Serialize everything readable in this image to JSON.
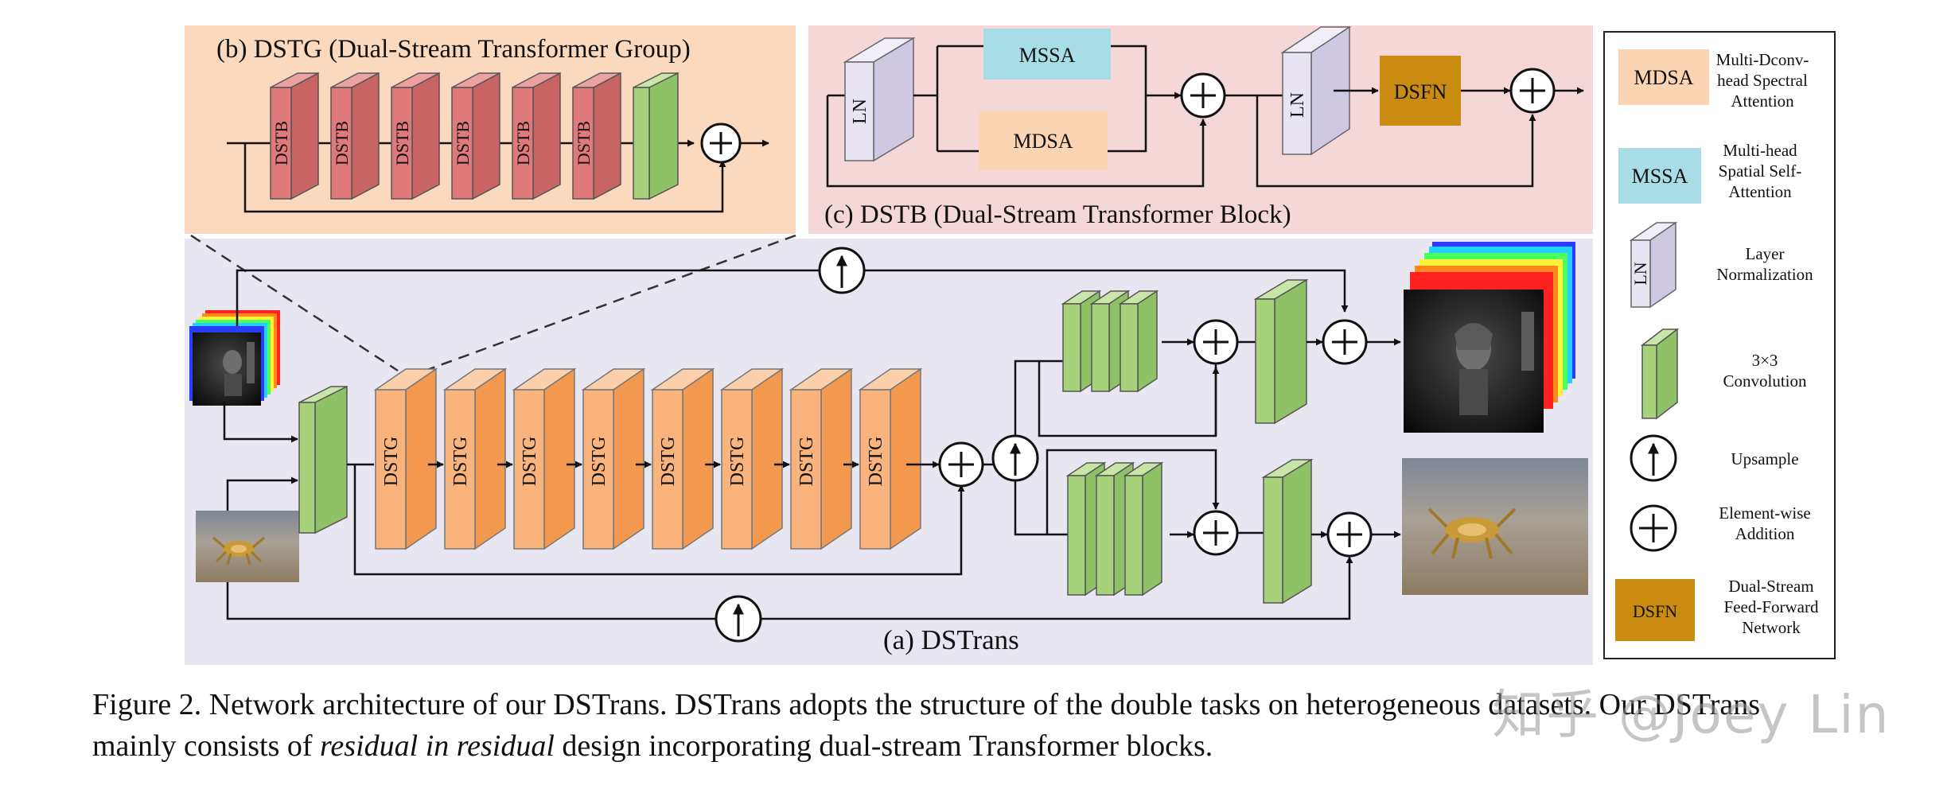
{
  "panels": {
    "a_title": "(a) DSTrans",
    "b_title": "(b) DSTG (Dual-Stream Transformer Group)",
    "c_title": "(c) DSTB (Dual-Stream Transformer Block)"
  },
  "blocks": {
    "dstb": "DSTB",
    "dstg": "DSTG",
    "ln": "LN",
    "mssa": "MSSA",
    "mdsa": "MDSA",
    "dsfn": "DSFN"
  },
  "legend": {
    "mdsa_tag": "MDSA",
    "mdsa_desc": [
      "Multi-Dconv-",
      "head Spectral",
      "Attention"
    ],
    "mssa_tag": "MSSA",
    "mssa_desc": [
      "Multi-head",
      "Spatial Self-",
      "Attention"
    ],
    "ln_tag": "LN",
    "ln_desc": [
      "Layer",
      "Normalization"
    ],
    "conv_desc": [
      "3×3",
      "Convolution"
    ],
    "up_desc": [
      "Upsample"
    ],
    "add_desc": [
      "Element-wise",
      "Addition"
    ],
    "dsfn_tag": "DSFN",
    "dsfn_desc": [
      "Dual-Stream",
      "Feed-Forward",
      "Network"
    ]
  },
  "caption": {
    "line1": "Figure 2. Network architecture of our DSTrans. DSTrans adopts the structure of the double tasks on heterogeneous datasets. Our DSTrans",
    "line2_pre": "mainly consists of ",
    "line2_em": "residual in residual",
    "line2_post": " design incorporating dual-stream Transformer blocks."
  },
  "watermark": "知乎 @Joey Lin",
  "colors": {
    "panel_a_bg": "#e8e6f0",
    "panel_b_bg": "#fbd9bf",
    "panel_c_bg": "#f6d7d8",
    "dstb_red": "#e07a7a",
    "dstg_orange": "#f8b47c",
    "conv_green": "#a6d27c",
    "ln_lavender": "#e8e4f2",
    "mssa_cyan": "#a8dde8",
    "mdsa_peach": "#fbd4b4",
    "dsfn_gold": "#c98b10"
  }
}
